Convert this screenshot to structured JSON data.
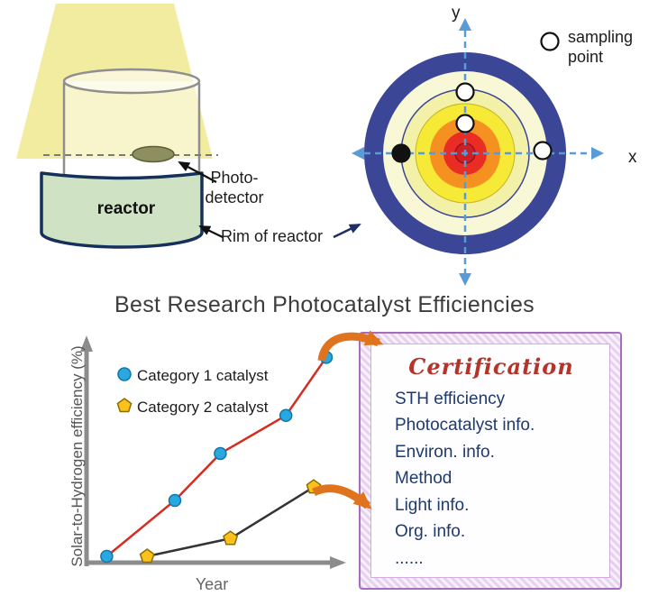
{
  "figure": {
    "title": "Best Research Photocatalyst Efficiencies"
  },
  "reactor_panel": {
    "reactor_label": "reactor",
    "photodetector_label_line1": "Photo-",
    "photodetector_label_line2": "detector",
    "rim_label": "Rim of reactor"
  },
  "target_panel": {
    "x_axis_label": "x",
    "y_axis_label": "y",
    "legend_line1": "sampling",
    "legend_line2": "point"
  },
  "chart": {
    "ylabel": "Solar-to-Hydrogen efficiency (%)",
    "xlabel": "Year",
    "legend": [
      "Category 1 catalyst",
      "Category 2 catalyst"
    ]
  },
  "certificate": {
    "title": "Certification",
    "items": [
      "STH efficiency",
      "Photocatalyst info.",
      "Environ. info.",
      "Method",
      "Light info.",
      "Org. info.",
      "......"
    ]
  },
  "chart_data": {
    "type": "line",
    "title": "Best Research Photocatalyst Efficiencies",
    "xlabel": "Year",
    "ylabel": "Solar-to-Hydrogen efficiency (%)",
    "axis_tick_labels_shown": false,
    "legend_position": "upper-left",
    "grid": false,
    "series": [
      {
        "name": "Category 1 catalyst",
        "marker": "circle",
        "marker_color": "#29a8e0",
        "line_color": "#d62b20",
        "x_rel": [
          0.08,
          0.35,
          0.53,
          0.79,
          0.95
        ],
        "y_rel": [
          0.02,
          0.27,
          0.48,
          0.65,
          0.91
        ]
      },
      {
        "name": "Category 2 catalyst",
        "marker": "pentagon",
        "marker_color": "#fcc21b",
        "line_color": "#333333",
        "x_rel": [
          0.24,
          0.57,
          0.9
        ],
        "y_rel": [
          0.02,
          0.1,
          0.33
        ]
      }
    ]
  },
  "colors": {
    "target_outer_ring": "#3b4697",
    "target_pale_ring": "#f8f7d6",
    "target_yellow": "#f7ea37",
    "target_orange": "#f59120",
    "target_red": "#ea2d24",
    "light_cone": "#f0e98f",
    "reactor_fill": "#cfe3c4",
    "reactor_outline": "#16305c",
    "crosshair_blue": "#5b9bd5",
    "arrow_orange": "#e0731e",
    "certificate_border": "#a86cbe",
    "certificate_title_red": "#b5342a",
    "certificate_text_blue": "#1e3a6e"
  }
}
